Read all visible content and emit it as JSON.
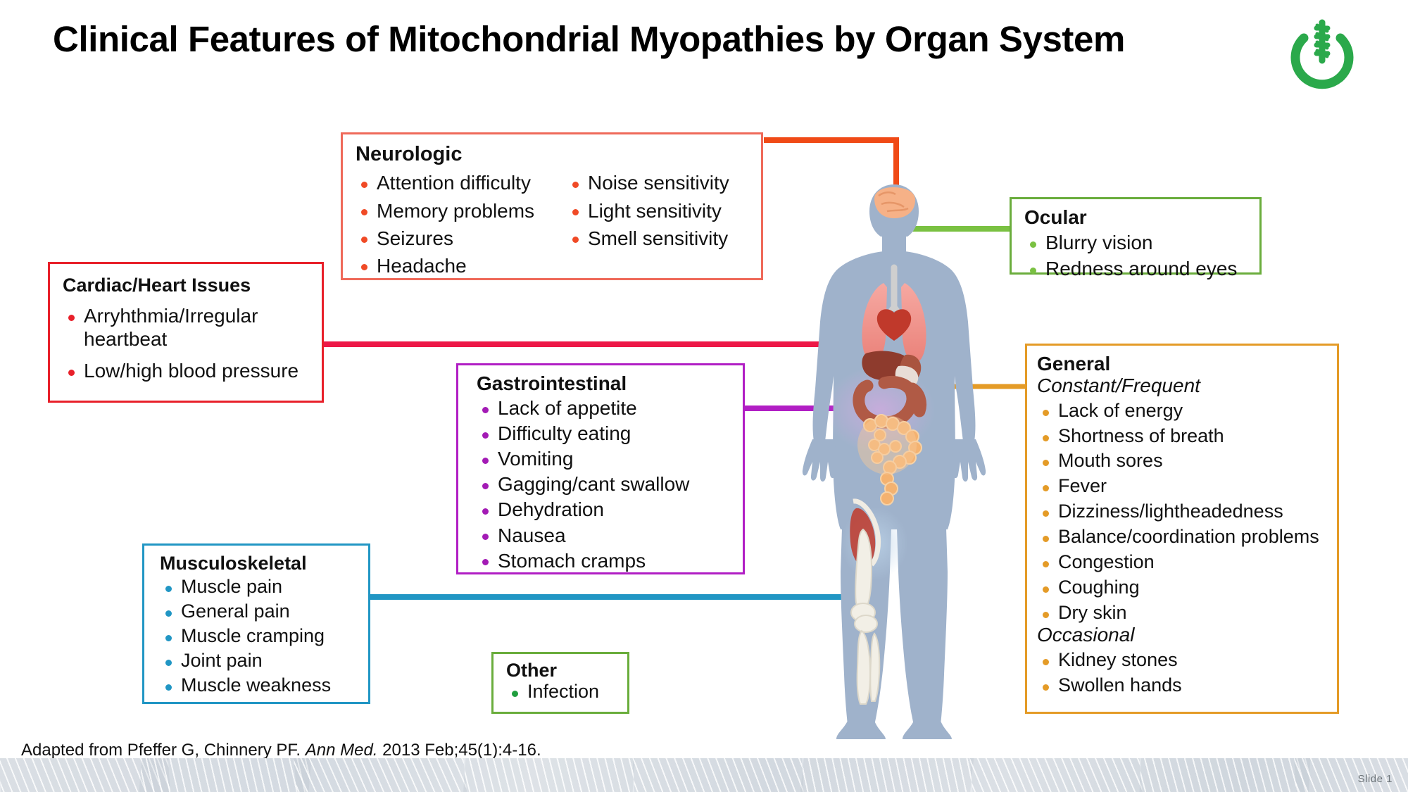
{
  "title": "Clinical Features of Mitochondrial Myopathies by Organ System",
  "logo": {
    "name": "mitochondria-power-logo",
    "color": "#2BA94B"
  },
  "boxes": {
    "neurologic": {
      "header": "Neurologic",
      "border_color": "#ef6a5a",
      "bullet_color": "#f04a26",
      "column1": [
        "Attention difficulty",
        "Memory problems",
        "Seizures",
        "Headache"
      ],
      "column2": [
        "Noise sensitivity",
        "Light sensitivity",
        "Smell sensitivity"
      ]
    },
    "cardiac": {
      "header": "Cardiac/Heart Issues",
      "border_color": "#e8202a",
      "bullet_color": "#e8202a",
      "items": [
        "Arryhthmia/Irregular heartbeat",
        "Low/high blood pressure"
      ]
    },
    "ocular": {
      "header": "Ocular",
      "border_color": "#6aad3c",
      "bullet_color": "#7ac142",
      "items": [
        "Blurry vision",
        "Redness around eyes"
      ]
    },
    "general": {
      "header": "General",
      "border_color": "#e49b27",
      "bullet_color": "#e49b27",
      "subheader1": "Constant/Frequent",
      "items1": [
        "Lack of energy",
        "Shortness of breath",
        "Mouth sores",
        "Fever",
        "Dizziness/lightheadedness",
        "Balance/coordination problems",
        "Congestion",
        "Coughing",
        "Dry skin"
      ],
      "subheader2": "Occasional",
      "items2": [
        "Kidney stones",
        "Swollen hands"
      ]
    },
    "gastrointestinal": {
      "header": "Gastrointestinal",
      "border_color": "#b11ec4",
      "bullet_color": "#a31bb5",
      "items": [
        "Lack of appetite",
        "Difficulty eating",
        "Vomiting",
        "Gagging/cant swallow",
        "Dehydration",
        "Nausea",
        "Stomach cramps"
      ]
    },
    "musculoskeletal": {
      "header": "Musculoskeletal",
      "border_color": "#2196c4",
      "bullet_color": "#2196c4",
      "items": [
        "Muscle pain",
        "General pain",
        "Muscle cramping",
        "Joint pain",
        "Muscle weakness"
      ]
    },
    "other": {
      "header": "Other",
      "border_color": "#6aad3c",
      "bullet_color": "#1f9e3e",
      "items": [
        "Infection"
      ]
    }
  },
  "connectors": [
    {
      "name": "neurologic-connector",
      "color": "#f04a16",
      "target": "brain"
    },
    {
      "name": "ocular-connector",
      "color": "#7ac142",
      "target": "eye"
    },
    {
      "name": "cardiac-connector",
      "color": "#ed1847",
      "target": "heart"
    },
    {
      "name": "general-connector",
      "color": "#e49b27",
      "target": "abdomen"
    },
    {
      "name": "gastrointestinal-connector",
      "color": "#b11ec4",
      "target": "intestines"
    },
    {
      "name": "musculoskeletal-connector",
      "color": "#2196c4",
      "target": "thigh-muscle"
    }
  ],
  "figure": {
    "name": "human-body-anatomy-diagram",
    "body_color": "#9fb2cb",
    "parts": [
      "brain",
      "lungs",
      "heart",
      "liver",
      "stomach",
      "intestines",
      "thigh-muscle",
      "leg-bones"
    ]
  },
  "footer": {
    "citation_prefix": "Adapted from Pfeffer G, Chinnery PF. ",
    "citation_journal": "Ann Med.",
    "citation_suffix": " 2013 Feb;45(1):4-16.",
    "slide_number": "Slide 1"
  }
}
